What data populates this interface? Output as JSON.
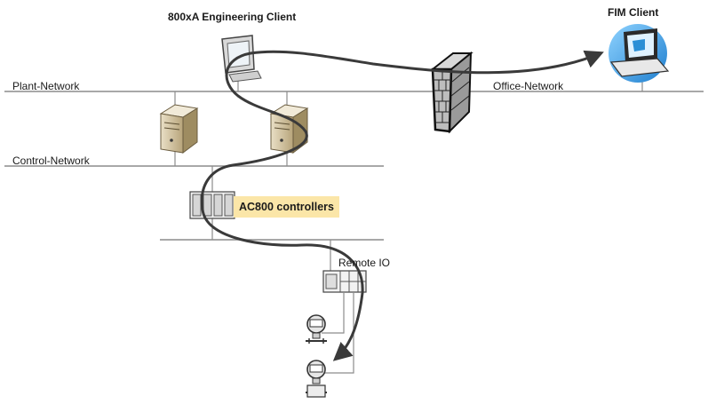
{
  "labels": {
    "engineering_client": "800xA Engineering Client",
    "fim_client": "FIM Client",
    "plant_network": "Plant-Network",
    "office_network": "Office-Network",
    "control_network": "Control-Network",
    "controllers": "AC800 controllers",
    "remote_io": "Remote IO"
  },
  "colors": {
    "line": "#8c8c8c",
    "path": "#3a3a3a",
    "highlight": "#fbe6a8",
    "laptop_accent": "#2a8fd6"
  },
  "icons": [
    "engineering-workstation-icon",
    "laptop-icon",
    "firewall-icon",
    "server-icon",
    "controller-rack-icon",
    "remote-io-icon",
    "field-transmitter-icon"
  ]
}
